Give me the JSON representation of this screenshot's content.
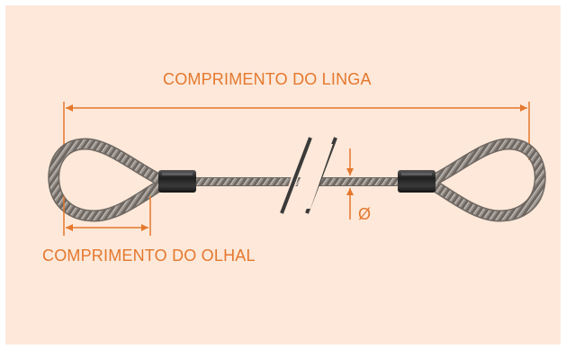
{
  "colors": {
    "background": "#fde8d9",
    "accent": "#e4782e",
    "wire": "#8c8580",
    "ferrule": "#2a2a2a",
    "break_marks": "#3a3a3a"
  },
  "labels": {
    "sling_length": "COMPRIMENTO DO LINGA",
    "eye_length": "COMPRIMENTO DO OLHAL",
    "diameter_symbol": "Ø"
  }
}
